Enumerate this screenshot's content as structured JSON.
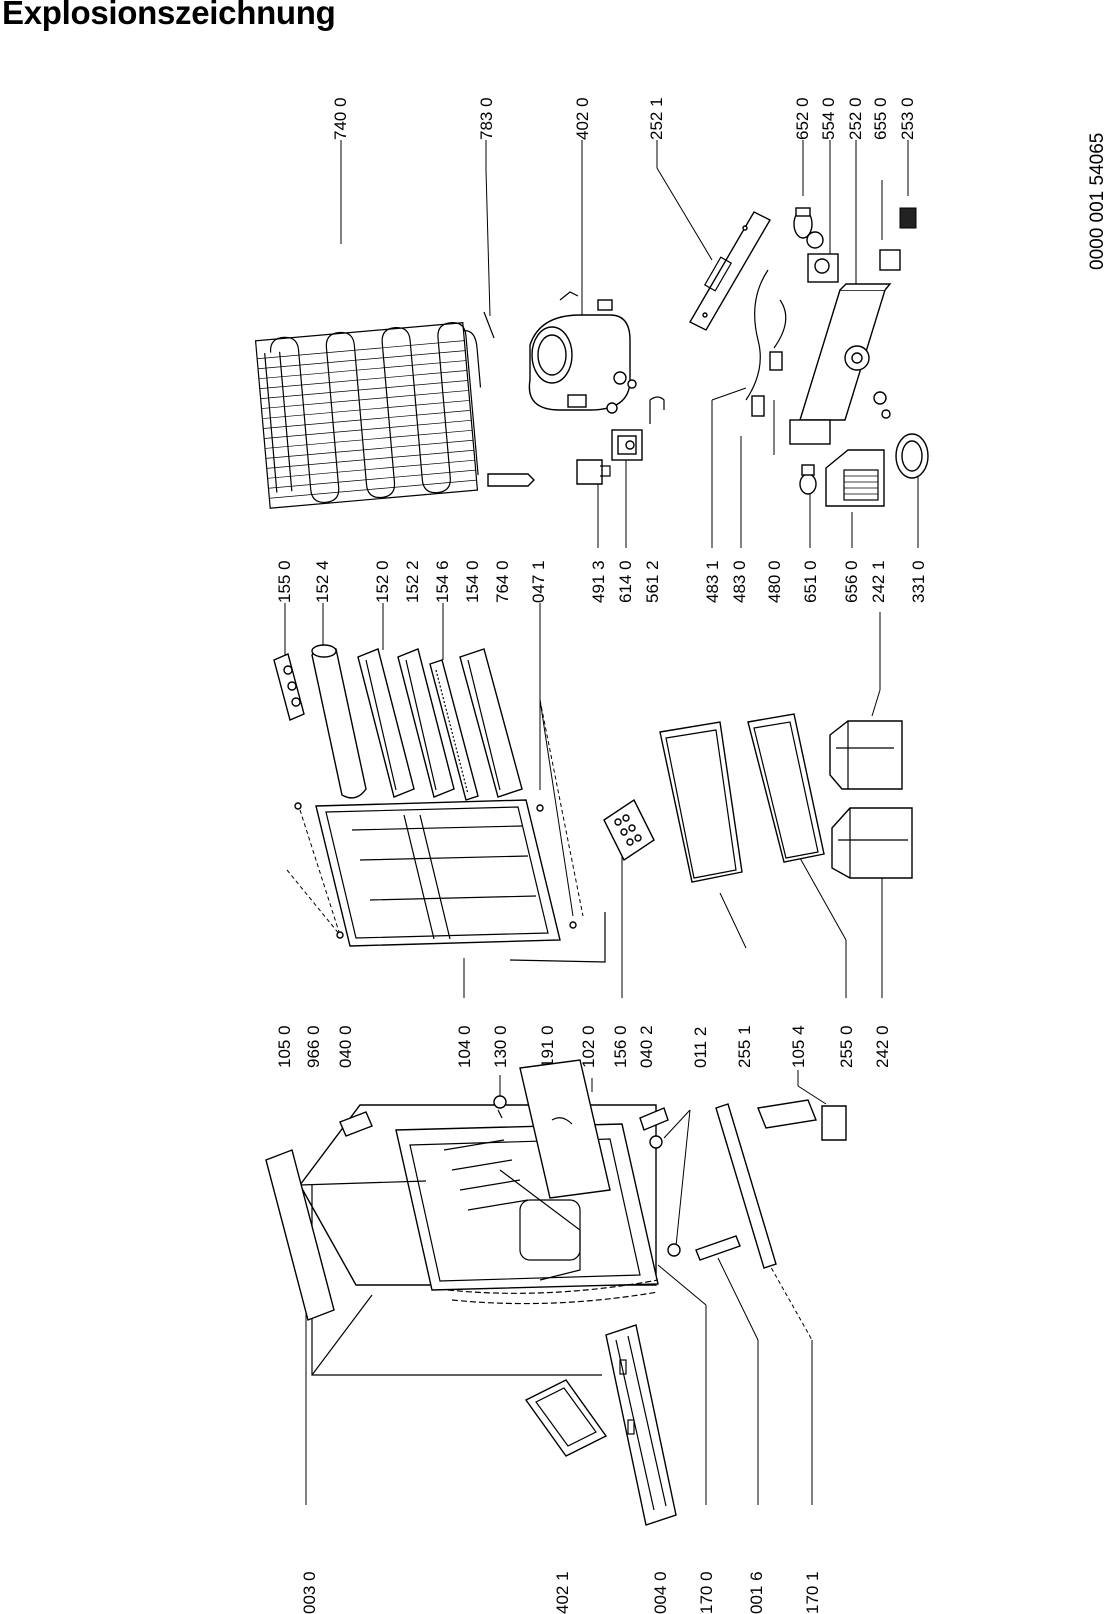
{
  "title": "Explosionszeichnung",
  "document_number": "0000 001 54065",
  "part_labels": [
    "740 0",
    "783 0",
    "402 0",
    "252 1",
    "652 0",
    "554 0",
    "252 0",
    "655 0",
    "253 0",
    "155 0",
    "152 4",
    "152 0",
    "152 2",
    "154 6",
    "154 0",
    "764 0",
    "047 1",
    "491 3",
    "614 0",
    "561 2",
    "483 1",
    "483 0",
    "480 0",
    "651 0",
    "656 0",
    "242 1",
    "331 0",
    "105 0",
    "966 0",
    "040 0",
    "104 0",
    "130 0",
    "191 0",
    "102 0",
    "156 0",
    "040 2",
    "011 2",
    "255 1",
    "105 4",
    "255 0",
    "242 0",
    "003 0",
    "402 1",
    "004 0",
    "170 0",
    "001 6",
    "170 1"
  ]
}
